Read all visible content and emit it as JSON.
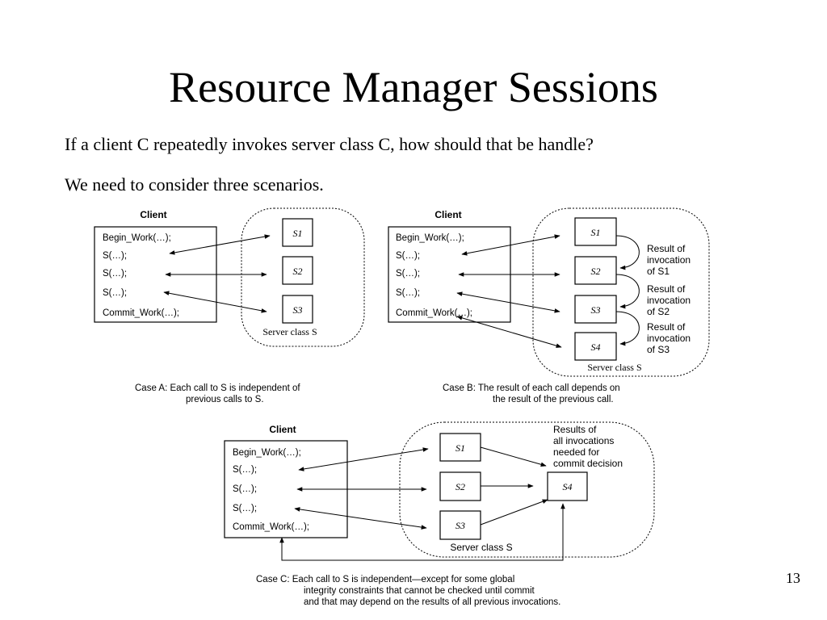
{
  "slide": {
    "title": "Resource Manager Sessions",
    "lines": [
      "If a client C repeatedly invokes server class C, how should that be handle?",
      "We need to consider three scenarios."
    ],
    "page_number": "13"
  },
  "diagram": {
    "server_s_labels": [
      "S1",
      "S2",
      "S3",
      "S4"
    ],
    "case_a": {
      "client_label": "Client",
      "client_lines": [
        "Begin_Work(…);",
        "S(…);",
        "S(…);",
        "S(…);",
        "Commit_Work(…);"
      ],
      "server_class_label": "Server class S",
      "caption": [
        "Case A: Each call to S is independent of",
        "previous calls to S."
      ]
    },
    "case_b": {
      "client_label": "Client",
      "client_lines": [
        "Begin_Work(…);",
        "S(…);",
        "S(…);",
        "S(…);",
        "Commit_Work(…);"
      ],
      "server_class_label": "Server class S",
      "result_labels": [
        [
          "Result of",
          "invocation",
          "of S1"
        ],
        [
          "Result of",
          "invocation",
          "of S2"
        ],
        [
          "Result of",
          "invocation",
          "of S3"
        ]
      ],
      "caption": [
        "Case B: The result of each call depends on",
        "the result of the previous call."
      ]
    },
    "case_c": {
      "client_label": "Client",
      "client_lines": [
        "Begin_Work(…);",
        "S(…);",
        "S(…);",
        "S(…);",
        "Commit_Work(…);"
      ],
      "server_class_label": "Server class S",
      "results_note": [
        "Results of",
        "all invocations",
        "needed for",
        "commit decision"
      ],
      "caption": [
        "Case C: Each call to S is independent—except for some global",
        "integrity constraints that cannot be checked until commit",
        "and that may depend on the results of all previous invocations."
      ]
    }
  }
}
